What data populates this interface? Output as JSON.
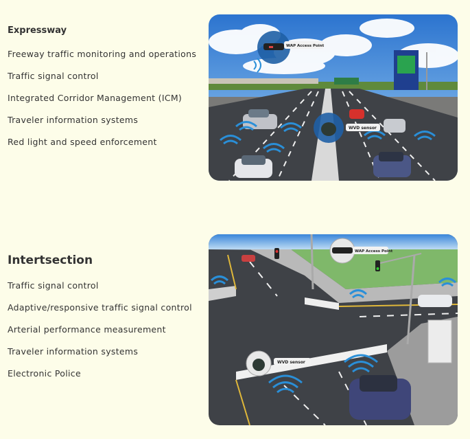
{
  "sections": [
    {
      "title": "Expressway",
      "items": [
        "Freeway traffic monitoring and operations",
        "Traffic signal control",
        "Integrated Corridor Management (ICM)",
        "Traveler information systems",
        "Red light and speed enforcement"
      ],
      "image": {
        "wap_label": "WAP Access Point",
        "wvd_label": "WVD sensor"
      }
    },
    {
      "title": "Intertsection",
      "items": [
        "Traffic signal control",
        "Adaptive/responsive traffic signal control",
        "Arterial performance measurement",
        "Traveler information systems",
        "Electronic Police"
      ],
      "image": {
        "wap_label": "WAP Access Point",
        "wvd_label": "WVD sensor"
      }
    }
  ],
  "colors": {
    "background": "#fdfde9",
    "wifi": "#2a8fd8",
    "sky": "#3a86d9",
    "road": "#3f4247"
  }
}
